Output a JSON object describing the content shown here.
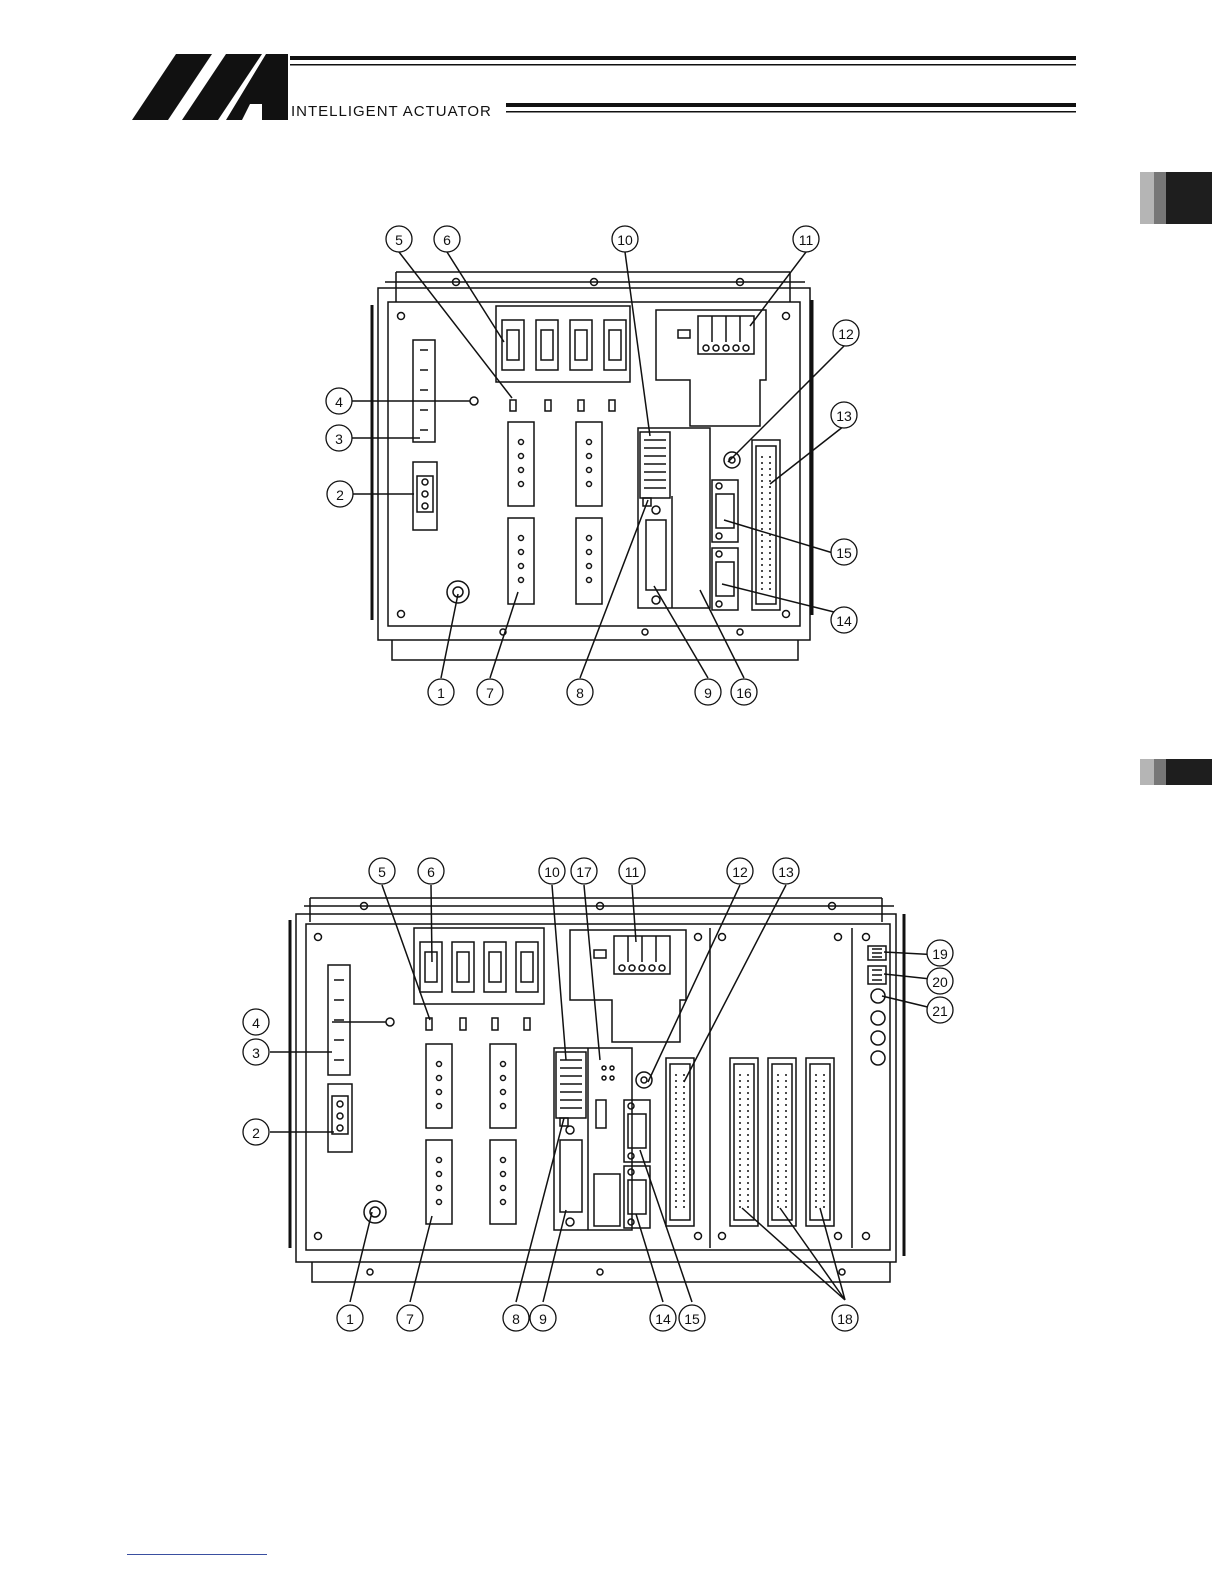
{
  "header": {
    "brand_text": "INTELLIGENT ACTUATOR",
    "logo_name": "IAI"
  },
  "figure_top": {
    "callouts": [
      "1",
      "2",
      "3",
      "4",
      "5",
      "6",
      "7",
      "8",
      "9",
      "10",
      "11",
      "12",
      "13",
      "14",
      "15",
      "16"
    ]
  },
  "figure_bottom": {
    "callouts": [
      "1",
      "2",
      "3",
      "4",
      "5",
      "6",
      "7",
      "8",
      "9",
      "10",
      "11",
      "12",
      "13",
      "14",
      "15",
      "17",
      "18",
      "19",
      "20",
      "21"
    ]
  },
  "colors": {
    "ink": "#111111",
    "tab_dark": "#1e1e1e",
    "tab_mid": "#777777",
    "tab_light": "#b5b5b5",
    "footer_rule": "#3a4fa0"
  }
}
